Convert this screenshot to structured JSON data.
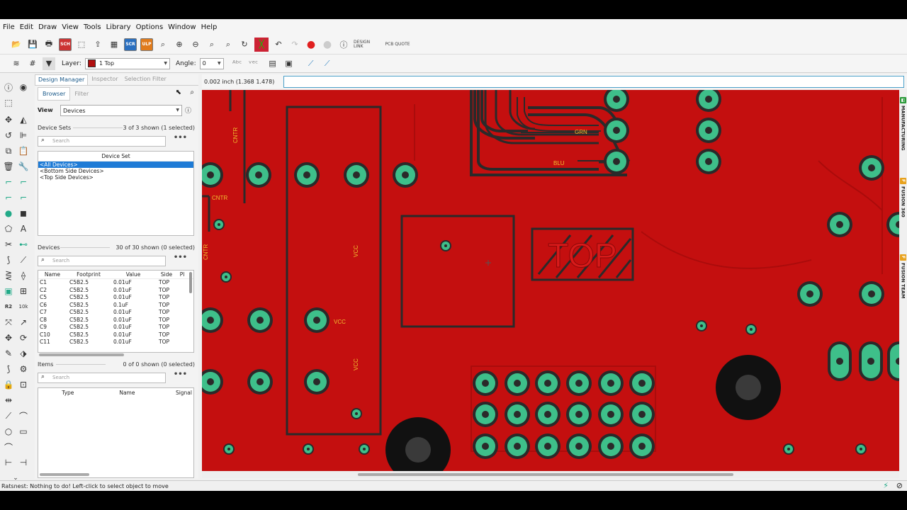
{
  "menu": [
    "File",
    "Edit",
    "Draw",
    "View",
    "Tools",
    "Library",
    "Options",
    "Window",
    "Help"
  ],
  "toolbar": {
    "design_link": "DESIGN LINK",
    "pcb_quote": "PCB QUOTE",
    "scr": "SCR",
    "ulp": "ULP",
    "sch": "SCH"
  },
  "toolbar2": {
    "layer_label": "Layer:",
    "layer_value": "1 Top",
    "layer_color": "#b10f0f",
    "angle_label": "Angle:",
    "angle_value": "0"
  },
  "panel": {
    "tabs": [
      "Design Manager",
      "Inspector",
      "Selection Filter"
    ],
    "subtabs": [
      "Browser",
      "Filter"
    ],
    "view_label": "View",
    "view_value": "Devices",
    "device_sets": {
      "title": "Device Sets",
      "count": "3 of 3 shown (1 selected)",
      "search": "Search",
      "header": "Device Set",
      "items": [
        "<All Devices>",
        "<Bottom Side Devices>",
        "<Top Side Devices>"
      ]
    },
    "devices": {
      "title": "Devices",
      "count": "30 of 30 shown (0 selected)",
      "search": "Search",
      "columns": [
        "Name",
        "Footprint",
        "Value",
        "Side",
        "Pl"
      ],
      "rows": [
        [
          "C1",
          "C5B2.5",
          "0.01uF",
          "TOP"
        ],
        [
          "C2",
          "C5B2.5",
          "0.01uF",
          "TOP"
        ],
        [
          "C5",
          "C5B2.5",
          "0.01uF",
          "TOP"
        ],
        [
          "C6",
          "C5B2.5",
          "0.1uF",
          "TOP"
        ],
        [
          "C7",
          "C5B2.5",
          "0.01uF",
          "TOP"
        ],
        [
          "C8",
          "C5B2.5",
          "0.01uF",
          "TOP"
        ],
        [
          "C9",
          "C5B2.5",
          "0.01uF",
          "TOP"
        ],
        [
          "C10",
          "C5B2.5",
          "0.01uF",
          "TOP"
        ],
        [
          "C11",
          "C5B2.5",
          "0.01uF",
          "TOP"
        ]
      ]
    },
    "items": {
      "title": "Items",
      "count": "0 of 0 shown (0 selected)",
      "search": "Search",
      "columns": [
        "Type",
        "Name",
        "Signal"
      ]
    }
  },
  "coord": "0.002 inch (1.368 1.478)",
  "canvas": {
    "labels": {
      "grn": "GRN",
      "blu": "BLU",
      "cntr1": "CNTR",
      "cntr2": "CNTR",
      "cntr3": "CNTR",
      "vcc1": "VCC",
      "vcc2": "VCC",
      "vcc3": "VCC",
      "top": "TOP"
    },
    "colors": {
      "board": "#c40f0f",
      "pad": "#3ebf8a",
      "trace": "#2a2a2a"
    }
  },
  "right_tabs": [
    "MANUFACTURING",
    "FUSION 360",
    "FUSION TEAM"
  ],
  "status": "Ratsnest: Nothing to do! Left-click to select object to move"
}
